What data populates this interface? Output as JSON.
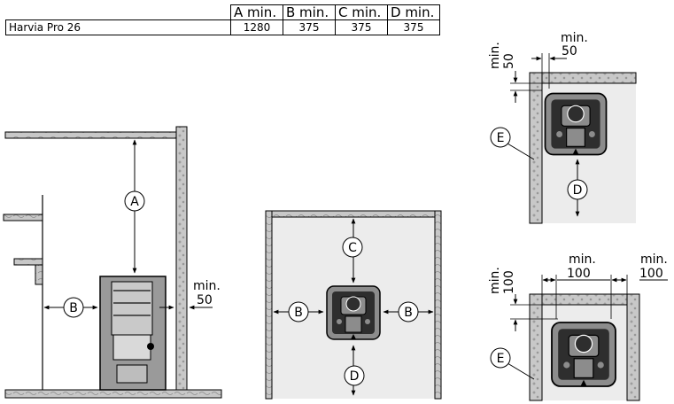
{
  "table": {
    "headers": [
      "A min.",
      "B min.",
      "C min.",
      "D min."
    ],
    "rows": [
      {
        "model": "Harvia Pro 26",
        "values": [
          "1280",
          "375",
          "375",
          "375"
        ]
      }
    ]
  },
  "labels": {
    "A": "A",
    "B": "B",
    "C": "C",
    "D": "D",
    "E": "E",
    "min": "min.",
    "fifty": "50",
    "hundred": "100"
  },
  "colors": {
    "wall": "#c8c8c8",
    "floor_area": "#ececec",
    "heater": "#8c8c8c",
    "heater_dark": "#2e2e2e",
    "line": "#000000"
  }
}
